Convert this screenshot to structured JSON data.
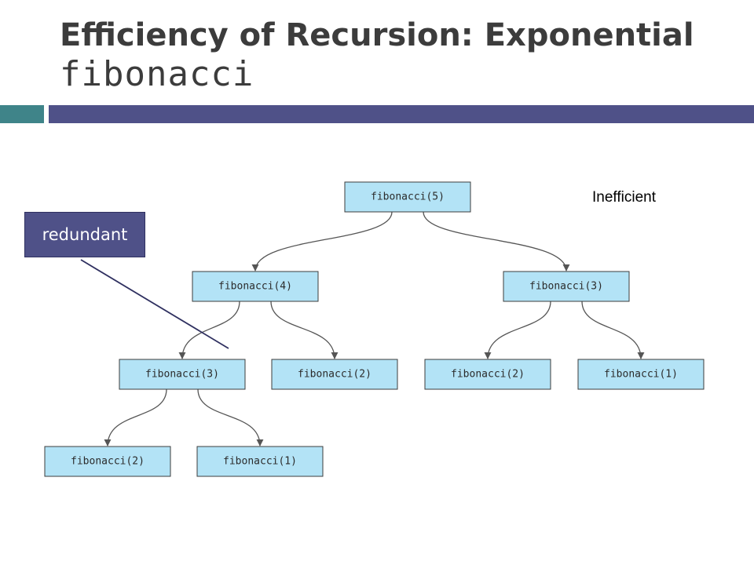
{
  "title": {
    "line1": "Efficiency of Recursion: Exponential",
    "line2": "fibonacci"
  },
  "callout": {
    "label": "redundant"
  },
  "note": {
    "label": "Inefficient"
  },
  "tree": {
    "nodes": [
      {
        "id": "n0",
        "label": "fibonacci(5)"
      },
      {
        "id": "n1",
        "label": "fibonacci(4)"
      },
      {
        "id": "n2",
        "label": "fibonacci(3)"
      },
      {
        "id": "n3",
        "label": "fibonacci(3)"
      },
      {
        "id": "n4",
        "label": "fibonacci(2)"
      },
      {
        "id": "n5",
        "label": "fibonacci(2)"
      },
      {
        "id": "n6",
        "label": "fibonacci(1)"
      },
      {
        "id": "n7",
        "label": "fibonacci(2)"
      },
      {
        "id": "n8",
        "label": "fibonacci(1)"
      }
    ],
    "edges": [
      [
        "n0",
        "n1"
      ],
      [
        "n0",
        "n2"
      ],
      [
        "n1",
        "n3"
      ],
      [
        "n1",
        "n4"
      ],
      [
        "n2",
        "n5"
      ],
      [
        "n2",
        "n6"
      ],
      [
        "n3",
        "n7"
      ],
      [
        "n3",
        "n8"
      ]
    ]
  }
}
